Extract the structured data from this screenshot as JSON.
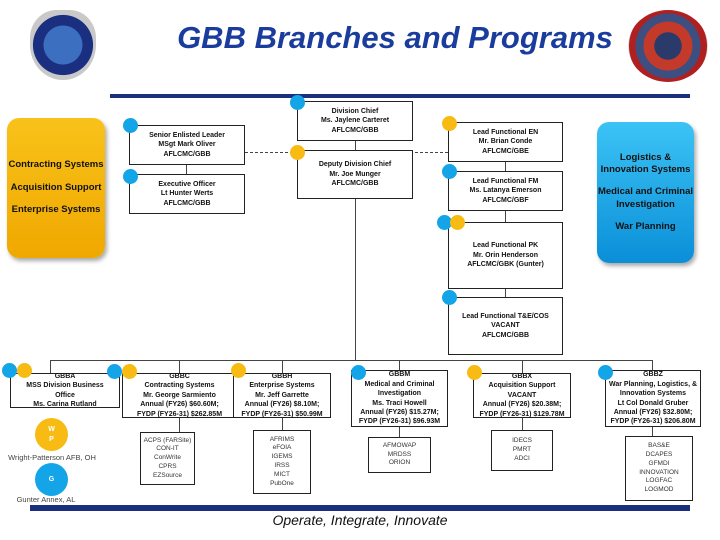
{
  "header": {
    "title": "GBB Branches and Programs",
    "left_logo": "AIR FORCE LCMC",
    "right_logo": "seal"
  },
  "colors": {
    "wright_patterson": "#f7bb14",
    "gunter": "#14a5e8",
    "navy": "#1a2f80"
  },
  "left_panel": {
    "items": [
      "Contracting Systems",
      "Acquisition Support",
      "Enterprise Systems"
    ]
  },
  "right_panel": {
    "items": [
      "Logistics & Innovation Systems",
      "Medical and Criminal Investigation",
      "War Planning"
    ]
  },
  "leadership": {
    "division_chief": [
      "Division Chief",
      "Ms. Jaylene Carteret",
      "AFLCMC/GBB"
    ],
    "deputy": [
      "Deputy Division Chief",
      "Mr. Joe Munger",
      "AFLCMC/GBB"
    ],
    "sel": [
      "Senior Enlisted Leader",
      "MSgt Mark Oliver",
      "AFLCMC/GBB"
    ],
    "exec": [
      "Executive Officer",
      "Lt Hunter Werts",
      "AFLCMC/GBB"
    ],
    "en": [
      "Lead Functional EN",
      "Mr. Brian Conde",
      "AFLCMC/GBE"
    ],
    "fm": [
      "Lead Functional FM",
      "Ms. Latanya Emerson",
      "AFLCMC/GBF"
    ],
    "pk": [
      "Lead Functional PK",
      "Mr. Orin Henderson",
      "AFLCMC/GBK (Gunter)"
    ],
    "te": [
      "Lead Functional T&E/COS",
      "VACANT",
      "AFLCMC/GBB"
    ]
  },
  "branches": {
    "gbba": [
      "GBBA",
      "MSS Division Business Office",
      "Ms. Carina Rutland"
    ],
    "gbbc": [
      "GBBC",
      "Contracting Systems",
      "Mr. George Sarmiento",
      "Annual (FY26) $60.60M;",
      "FYDP (FY26-31) $262.85M"
    ],
    "gbbh": [
      "GBBH",
      "Enterprise Systems",
      "Mr. Jeff Garrette",
      "Annual (FY26) $8.10M;",
      "FYDP (FY26-31) $50.99M"
    ],
    "gbbm": [
      "GBBM",
      "Medical and Criminal Investigation",
      "Ms. Traci Howell",
      "Annual (FY26) $15.27M;",
      "FYDP (FY26-31) $96.93M"
    ],
    "gbbx": [
      "GBBX",
      "Acquisition Support",
      "VACANT",
      "Annual (FY26) $20.38M;",
      "FYDP (FY26-31) $129.78M"
    ],
    "gbbz": [
      "GBBZ",
      "War Planning, Logistics, & Innovation Systems",
      "Lt Col Donald Gruber",
      "Annual (FY26) $32.80M;",
      "FYDP (FY26-31) $206.80M"
    ]
  },
  "programs": {
    "gbbc": [
      "ACPS (FARSite)",
      "CON-IT",
      "ConWrite",
      "CPRS",
      "EZSource"
    ],
    "gbbh": [
      "AFRIMS",
      "eFOIA",
      "IGEMS",
      "IRSS",
      "MICT",
      "PubOne"
    ],
    "gbbm": [
      "AFMOWAP",
      "MRDSS",
      "ORION"
    ],
    "gbbx": [
      "IDECS",
      "PMRT",
      "ADCI"
    ],
    "gbbz": [
      "BAS&E",
      "DCAPES",
      "GFMDI",
      "INNOVATION",
      "LOGFAC",
      "LOGMOD"
    ]
  },
  "legend": {
    "wp_letters": "W\nP",
    "wp_label": "Wright-Patterson AFB, OH",
    "g_letter": "G",
    "g_label": "Gunter Annex, AL"
  },
  "footer": {
    "motto": "Operate, Integrate, Innovate"
  }
}
